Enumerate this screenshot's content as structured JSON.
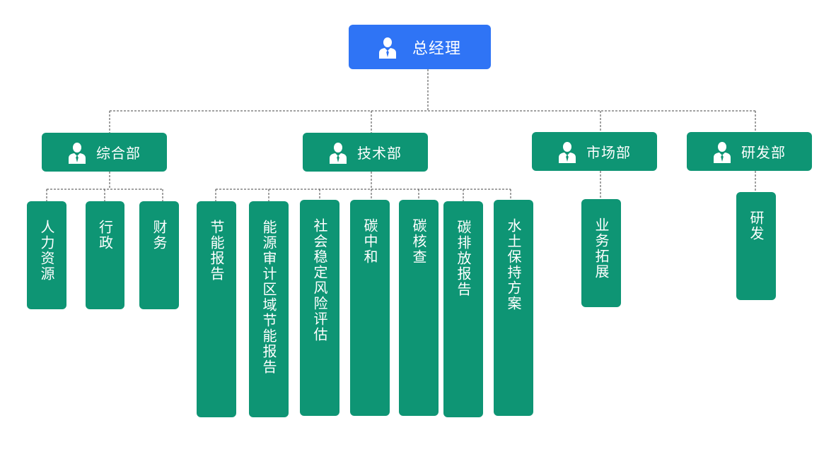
{
  "root": {
    "label": "总经理",
    "icon": "person-icon",
    "color": "#2f74f5"
  },
  "departments": [
    {
      "label": "综合部",
      "icon": "person-icon",
      "units": [
        "人力资源",
        "行政",
        "财务"
      ]
    },
    {
      "label": "技术部",
      "icon": "person-icon",
      "units": [
        "节能报告",
        "能源审计区域节能报告",
        "社会稳定风险评估",
        "碳中和",
        "碳核查",
        "碳排放报告",
        "水土保持方案"
      ]
    },
    {
      "label": "市场部",
      "icon": "person-icon",
      "units": [
        "业务拓展"
      ]
    },
    {
      "label": "研发部",
      "icon": "person-icon",
      "units": [
        "研发"
      ]
    }
  ],
  "colors": {
    "department": "#0e9574",
    "connector": "#444444"
  }
}
